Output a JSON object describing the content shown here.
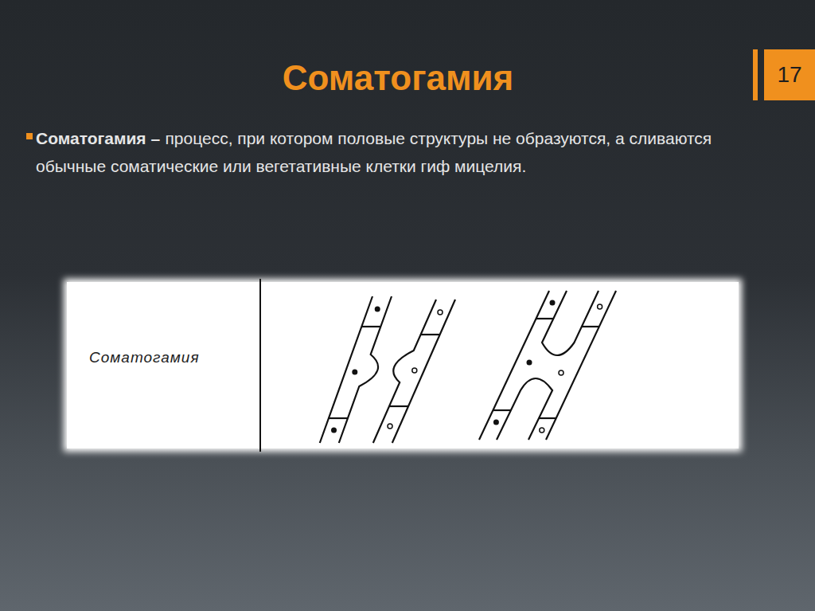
{
  "diagram": {
    "title": "Соматогамия",
    "labels": [
      "17",
      "Соматогамия –",
      "процесс, при котором половые структуры не образуются, а сливаются обычные соматические или вегетативные клетки гиф мицелия.",
      "Соматогамия"
    ]
  }
}
